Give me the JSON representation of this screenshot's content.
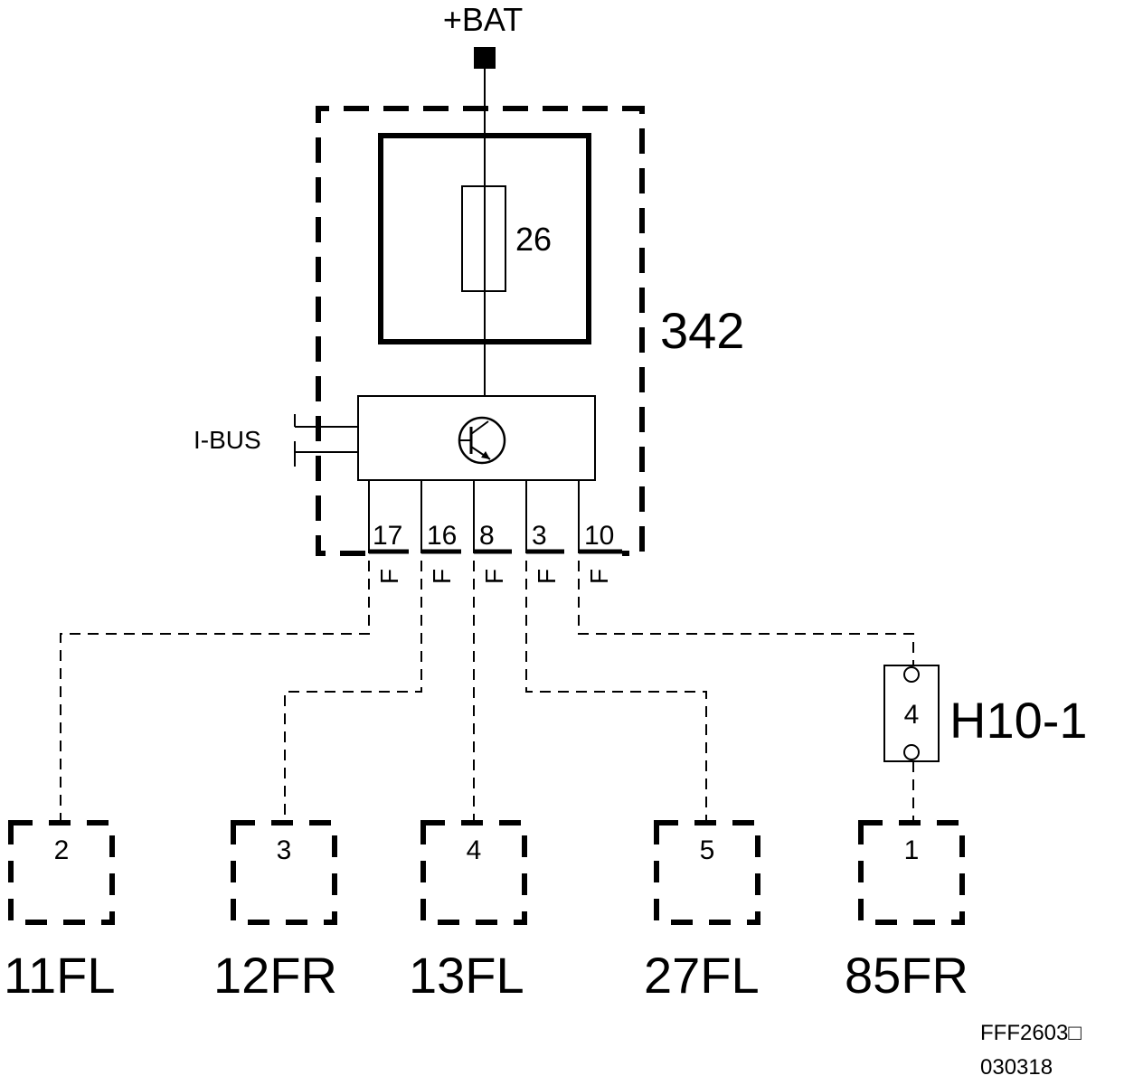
{
  "battery": {
    "label": "+BAT"
  },
  "module": {
    "label": "342"
  },
  "fuse": {
    "label": "26"
  },
  "bus": {
    "label": "I-BUS"
  },
  "pins": [
    {
      "number": "17",
      "code": "F"
    },
    {
      "number": "16",
      "code": "F"
    },
    {
      "number": "8",
      "code": "F"
    },
    {
      "number": "3",
      "code": "F"
    },
    {
      "number": "10",
      "code": "F"
    }
  ],
  "connector": {
    "label": "H10-1",
    "pin": "4"
  },
  "components": [
    {
      "label": "11FL",
      "pin": "2"
    },
    {
      "label": "12FR",
      "pin": "3"
    },
    {
      "label": "13FL",
      "pin": "4"
    },
    {
      "label": "27FL",
      "pin": "5"
    },
    {
      "label": "85FR",
      "pin": "1"
    }
  ],
  "footer": {
    "code": "FFF2603□",
    "date": "030318"
  }
}
